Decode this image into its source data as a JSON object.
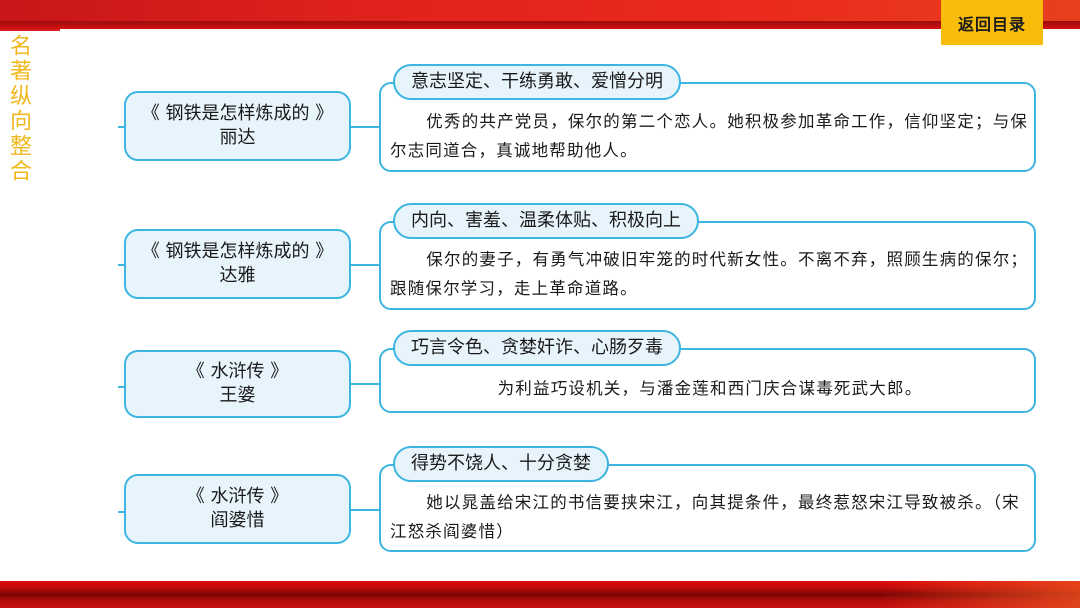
{
  "header": {
    "back_button_label": "返回目录",
    "section_title": "名著纵向整合"
  },
  "colors": {
    "accent_blue": "#3cb5e0",
    "node_fill": "#e8f4fc",
    "title_gold": "#f0b81d",
    "back_button_bg": "#f8bd0c",
    "bar_red": "#d40f10"
  },
  "characters": [
    {
      "book": "《 钢铁是怎样炼成的 》",
      "name": "丽达",
      "traits": "意志坚定、干练勇敢、爱憎分明",
      "description": "优秀的共产党员，保尔的第二个恋人。她积极参加革命工作，信仰坚定；与保尔志同道合，真诚地帮助他人。"
    },
    {
      "book": "《 钢铁是怎样炼成的 》",
      "name": "达雅",
      "traits": "内向、害羞、温柔体贴、积极向上",
      "description": "保尔的妻子，有勇气冲破旧牢笼的时代新女性。不离不弃，照顾生病的保尔；跟随保尔学习，走上革命道路。"
    },
    {
      "book": "《 水浒传 》",
      "name": "王婆",
      "traits": "巧言令色、贪婪奸诈、心肠歹毒",
      "description": "为利益巧设机关，与潘金莲和西门庆合谋毒死武大郎。"
    },
    {
      "book": "《 水浒传 》",
      "name": "阎婆惜",
      "traits": "得势不饶人、十分贪婪",
      "description": "她以晁盖给宋江的书信要挟宋江，向其提条件，最终惹怒宋江导致被杀。（宋江怒杀阎婆惜）"
    }
  ]
}
